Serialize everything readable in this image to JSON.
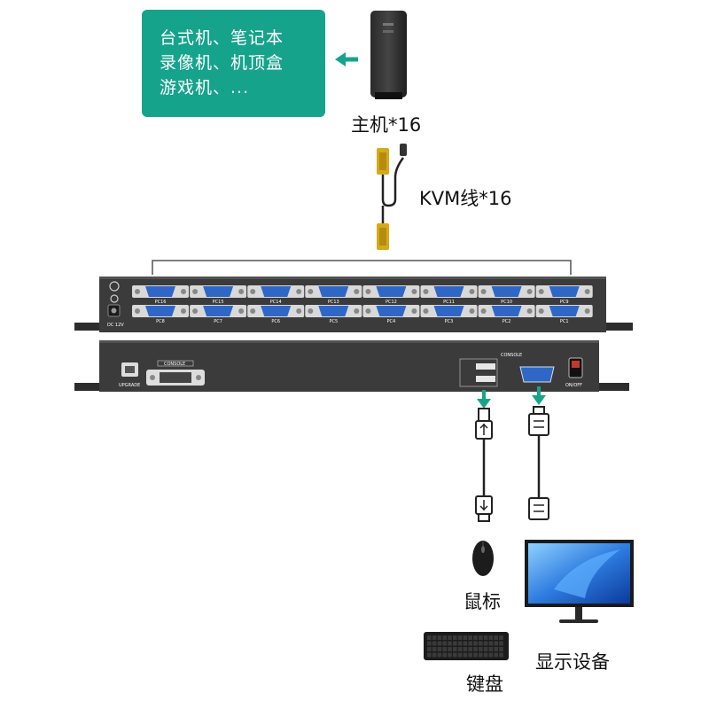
{
  "callout": {
    "lines": [
      "台式机、笔记本",
      "录像机、机顶盒",
      "游戏机、..."
    ]
  },
  "labels": {
    "host": "主机*16",
    "kvm_cable": "KVM线*16",
    "mouse": "鼠标",
    "keyboard": "键盘",
    "display": "显示设备"
  },
  "front_panel": {
    "top_row": [
      "PC16",
      "PC15",
      "PC14",
      "PC13",
      "PC12",
      "PC11",
      "PC10",
      "PC9"
    ],
    "bottom_row": [
      "PC8",
      "PC7",
      "PC6",
      "PC5",
      "PC4",
      "PC3",
      "PC2",
      "PC1"
    ],
    "power_label": "DC 12V"
  },
  "back_panel": {
    "upgrade_label": "UPGRADE",
    "console_label_left": "CONSOLE",
    "console_label_right": "CONSOLE",
    "switch_label": "ON/OFF"
  },
  "colors": {
    "accent": "#16a38c",
    "device_body": "#3b3b3b",
    "vga_port": "#2f67c7",
    "cable_connector": "#d4aa1a"
  }
}
